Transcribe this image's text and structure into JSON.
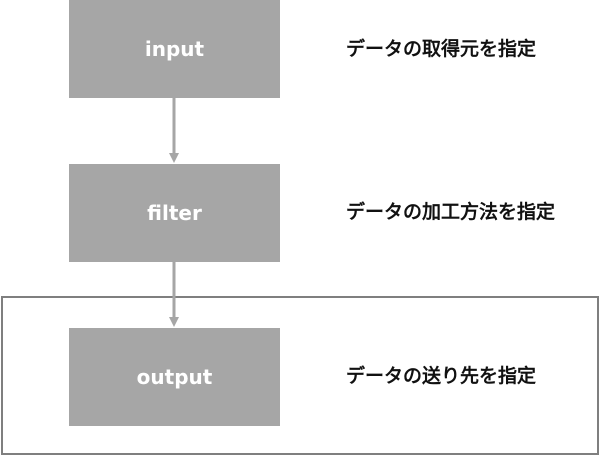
{
  "stages": [
    {
      "key": "input",
      "label": "input",
      "description": "データの取得元を指定"
    },
    {
      "key": "filter",
      "label": "filter",
      "description": "データの加工方法を指定"
    },
    {
      "key": "output",
      "label": "output",
      "description": "データの送り先を指定"
    }
  ],
  "colors": {
    "box_fill": "#a6a6a6",
    "box_text": "#ffffff",
    "arrow": "#a6a6a6",
    "frame": "#7f7f7f",
    "description_text": "#111111"
  }
}
